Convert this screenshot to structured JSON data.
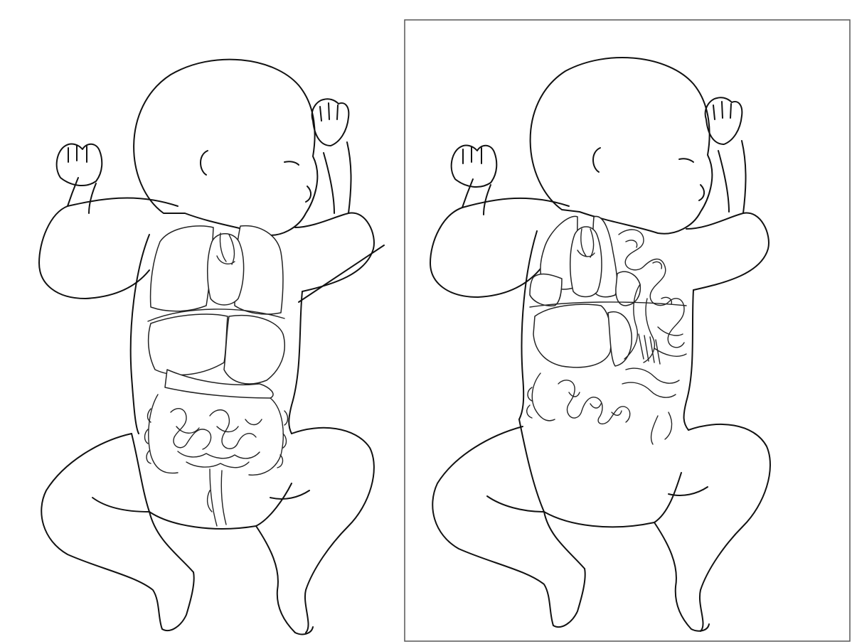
{
  "figure": {
    "left_panel": {
      "framed": false,
      "situs": "normal"
    },
    "right_panel": {
      "framed": true,
      "situs": "inversus"
    }
  },
  "icons": {
    "left": "infant-anatomy-illustration",
    "right": "infant-anatomy-illustration-mirrored-organs"
  },
  "colors": {
    "line": "#111111",
    "background": "#ffffff",
    "frame": "#555555"
  }
}
